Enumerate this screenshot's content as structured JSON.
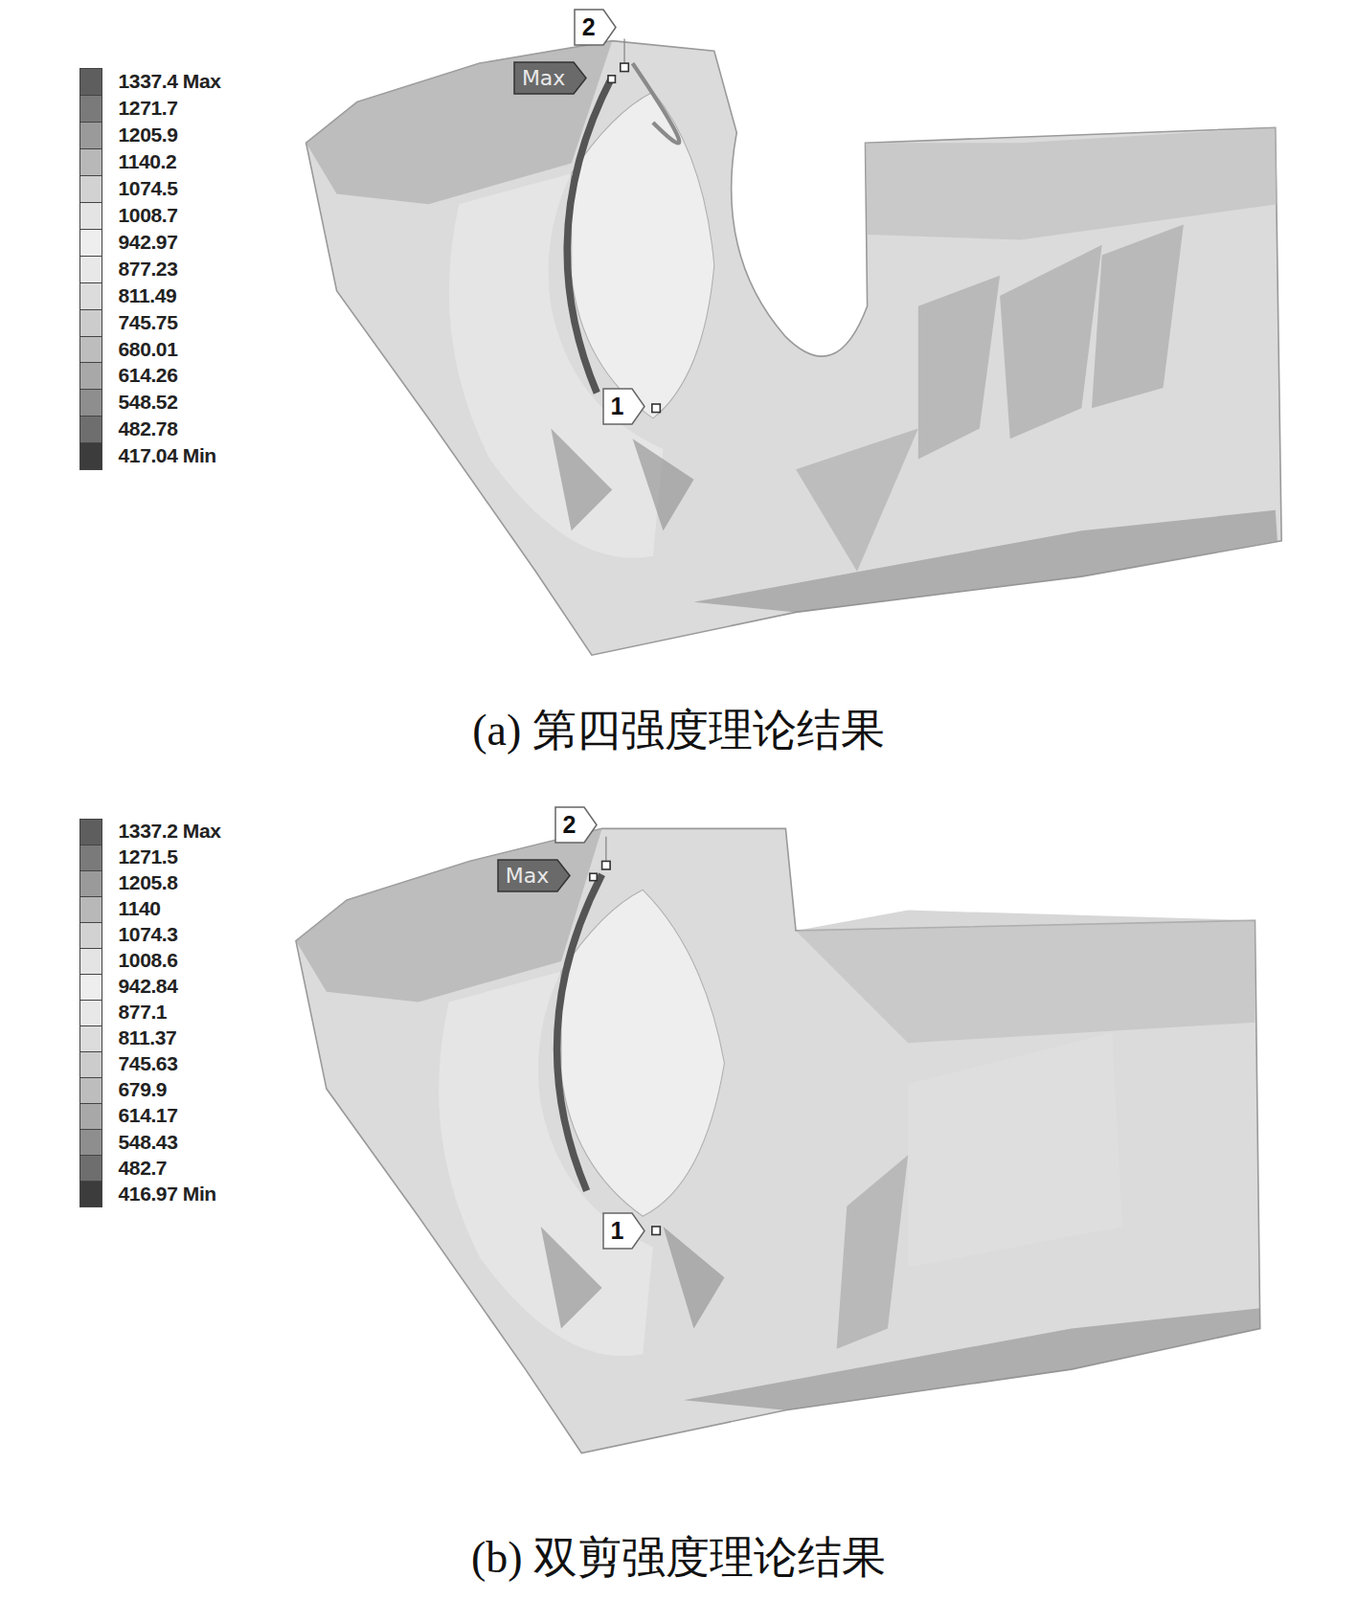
{
  "diagram": {
    "nodes": [
      {
        "text": [
          "2"
        ]
      },
      {
        "text": [
          "Max"
        ]
      },
      {
        "text": [
          "1"
        ]
      },
      {
        "text": [
          "2"
        ]
      },
      {
        "text": [
          "Max"
        ]
      },
      {
        "text": [
          "1"
        ]
      }
    ],
    "labels": [
      "(a) 第四强度理论结果",
      "(b) 双剪强度理论结果"
    ],
    "legend": [
      {
        "text": "1337.4 Max",
        "color": "#5e5e5e"
      },
      {
        "text": "1271.7",
        "color": "#7a7a7a"
      },
      {
        "text": "1205.9",
        "color": "#9a9a9a"
      },
      {
        "text": "1140.2",
        "color": "#b8b8b8"
      },
      {
        "text": "1074.5",
        "color": "#d2d2d2"
      },
      {
        "text": "1008.7",
        "color": "#e4e4e4"
      },
      {
        "text": "942.97",
        "color": "#eeeeee"
      },
      {
        "text": "877.23",
        "color": "#e8e8e8"
      },
      {
        "text": "811.49",
        "color": "#dcdcdc"
      },
      {
        "text": "745.75",
        "color": "#cccccc"
      },
      {
        "text": "680.01",
        "color": "#bdbdbd"
      },
      {
        "text": "614.26",
        "color": "#a8a8a8"
      },
      {
        "text": "548.52",
        "color": "#8e8e8e"
      },
      {
        "text": "482.78",
        "color": "#6e6e6e"
      },
      {
        "text": "417.04 Min",
        "color": "#3c3c3c"
      },
      {
        "text": "1337.2 Max",
        "color": "#5e5e5e"
      },
      {
        "text": "1271.5",
        "color": "#7a7a7a"
      },
      {
        "text": "1205.8",
        "color": "#9a9a9a"
      },
      {
        "text": "1140",
        "color": "#b8b8b8"
      },
      {
        "text": "1074.3",
        "color": "#d2d2d2"
      },
      {
        "text": "1008.6",
        "color": "#e4e4e4"
      },
      {
        "text": "942.84",
        "color": "#eeeeee"
      },
      {
        "text": "877.1",
        "color": "#e8e8e8"
      },
      {
        "text": "811.37",
        "color": "#dcdcdc"
      },
      {
        "text": "745.63",
        "color": "#cccccc"
      },
      {
        "text": "679.9",
        "color": "#bdbdbd"
      },
      {
        "text": "614.17",
        "color": "#a8a8a8"
      },
      {
        "text": "548.43",
        "color": "#8e8e8e"
      },
      {
        "text": "482.7",
        "color": "#6e6e6e"
      },
      {
        "text": "416.97 Min",
        "color": "#3c3c3c"
      }
    ]
  }
}
